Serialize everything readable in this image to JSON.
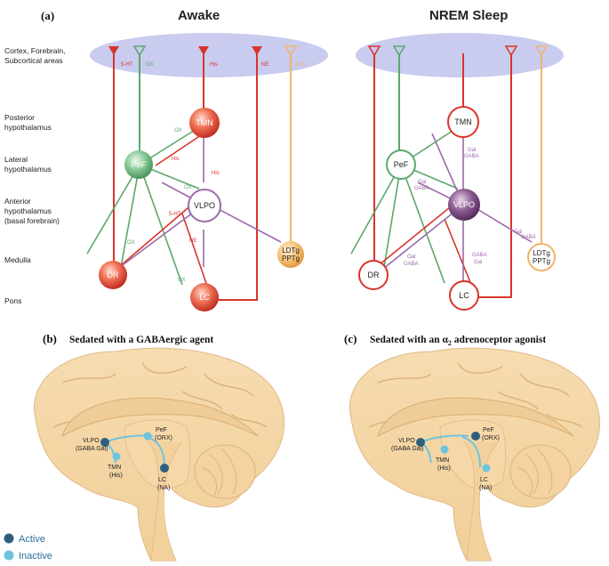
{
  "panel_a": {
    "letter": "(a)",
    "awake_title": "Awake",
    "nrem_title": "NREM Sleep",
    "row_labels": {
      "cortex_1": "Cortex, Forebrain,",
      "cortex_2": "Subcortical areas",
      "post_hyp_1": "Posterior",
      "post_hyp_2": "hypothalamus",
      "lat_hyp_1": "Lateral",
      "lat_hyp_2": "hypothalamus",
      "ant_hyp_1": "Anterior",
      "ant_hyp_2": "hypothalamus",
      "ant_hyp_3": "(basal forebrain)",
      "medulla": "Medulla",
      "pons": "Pons"
    },
    "nodes": {
      "tmn": "TMN",
      "pef": "PeF",
      "vlpo": "VLPO",
      "dr": "DR",
      "lc": "LC",
      "ldtg_1": "LDTg",
      "ldtg_2": "PPTg"
    },
    "awake_tags": {
      "ht_top": "5-HT",
      "ox_top": "OX",
      "his_top": "His",
      "ne_top": "NE",
      "ach_top": "ACh",
      "ox_tmn": "OX",
      "his_pef": "His",
      "his_vlpo": "His",
      "ox_vlpo": "OX",
      "ht_vlpo": "5-HT",
      "ne_vlpo": "NE",
      "ox_dr": "OX",
      "ox_lc": "OX"
    },
    "nrem_tags": {
      "gal_tmn_1": "Gal",
      "gal_tmn_2": "GABA",
      "gal_pef_1": "Gal",
      "gal_pef_2": "GABA",
      "gal_ldtg_1": "Gal",
      "gal_ldtg_2": "GABA",
      "gal_dr_1": "Gal",
      "gal_dr_2": "GABA",
      "gal_lc_1": "GABA",
      "gal_lc_2": "Gal"
    }
  },
  "panel_b": {
    "letter": "(b)",
    "title": "Sedated with a GABAergic agent",
    "labels": {
      "vlpo_1": "VLPO",
      "vlpo_2": "(GABA Gal)",
      "pef_1": "PeF",
      "pef_2": "(ORX)",
      "tmn_1": "TMN",
      "tmn_2": "(His)",
      "lc_1": "LC",
      "lc_2": "(NA)"
    }
  },
  "panel_c": {
    "letter": "(c)",
    "title_prefix": "Sedated with an ",
    "title_alpha": "α",
    "title_sub": "2",
    "title_suffix": " adrenoceptor agonist",
    "labels": {
      "vlpo_1": "VLPO",
      "vlpo_2": "(GABA Gal)",
      "pef_1": "PeF",
      "pef_2": "(ORX)",
      "tmn_1": "TMN",
      "tmn_2": "(His)",
      "lc_1": "LC",
      "lc_2": "(NA)"
    }
  },
  "legend": {
    "active": "Active",
    "inactive": "Inactive"
  },
  "colors": {
    "red": "#d9342b",
    "green": "#5aa86a",
    "purple": "#9b6aa8",
    "orange": "#f2b46a",
    "active": "#2f5f7c",
    "inactive": "#6fc3dc",
    "cortex_ellipse": "#c9cbef"
  }
}
